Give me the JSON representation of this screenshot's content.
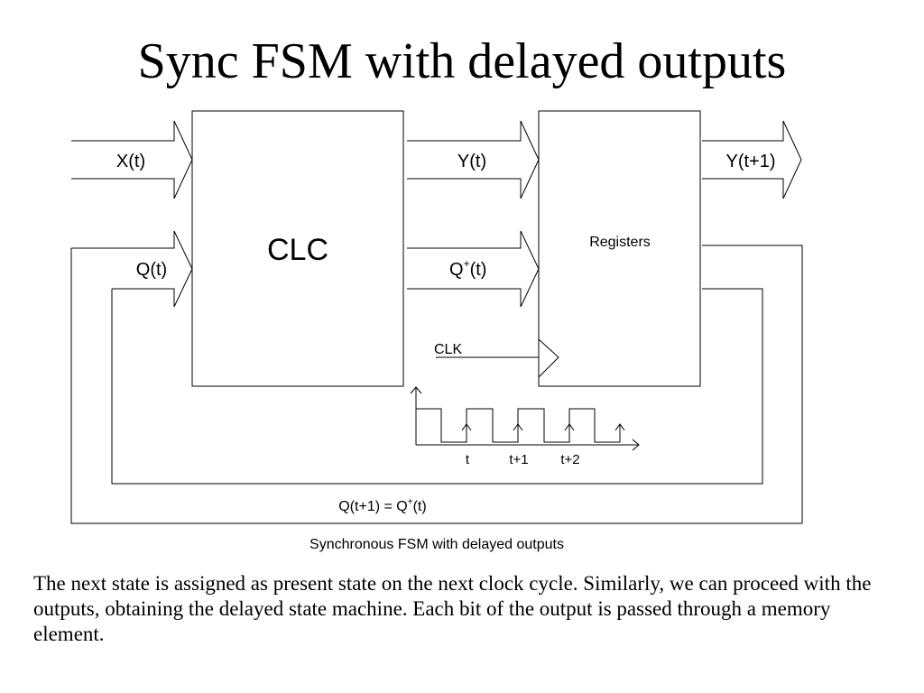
{
  "slide": {
    "title": "Sync FSM with delayed outputs",
    "caption": "Synchronous FSM with delayed outputs",
    "body": "The next state is assigned as present state on the next clock cycle. Similarly, we can proceed with the outputs, obtaining the delayed state machine. Each bit of the output is passed through a memory element."
  },
  "diagram": {
    "clc_label": "CLC",
    "registers_label": "Registers",
    "input_label": "X(t)",
    "state_label": "Q(t)",
    "output_label": "Y(t)",
    "next_state_base": "Q",
    "next_state_sup": "+",
    "next_state_arg": "(t)",
    "delayed_output_label": "Y(t+1)",
    "clk_label": "CLK",
    "feedback_base": "Q(t+1) = Q",
    "feedback_sup": "+",
    "feedback_arg": "(t)",
    "timing_ticks": [
      "t",
      "t+1",
      "t+2"
    ]
  }
}
